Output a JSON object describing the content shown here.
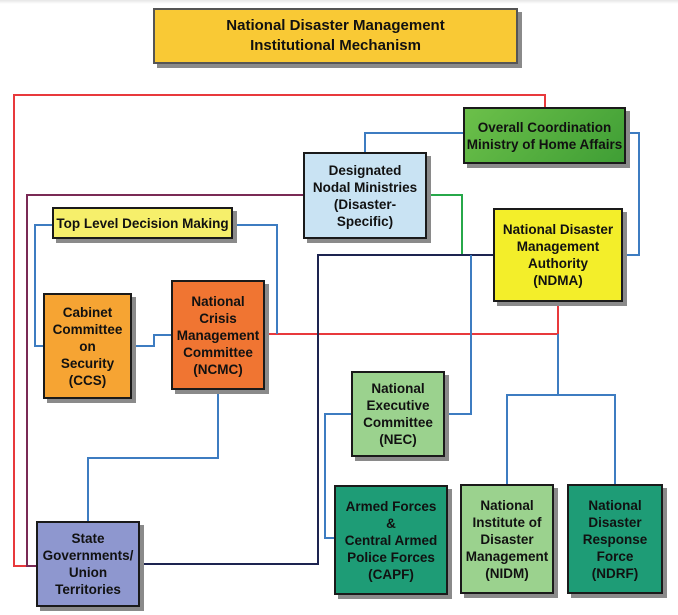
{
  "diagram": {
    "title": "National Disaster Management\nInstitutional Mechanism",
    "nodes": {
      "mha": "Overall Coordination\nMinistry of Home Affairs",
      "nodal": "Designated\nNodal Ministries\n(Disaster-\nSpecific)",
      "tldm": "Top Level Decision Making",
      "ndma": "National Disaster\nManagement\nAuthority\n(NDMA)",
      "ccs": "Cabinet\nCommittee\non\nSecurity\n(CCS)",
      "ncmc": "National\nCrisis\nManagement\nCommittee\n(NCMC)",
      "nec": "National\nExecutive\nCommittee\n(NEC)",
      "states": "State\nGovernments/\nUnion\nTerritories",
      "capf": "Armed Forces\n&\nCentral Armed\nPolice Forces\n(CAPF)",
      "nidm": "National\nInstitute of\nDisaster\nManagement\n(NIDM)",
      "ndrf": "National\nDisaster\nResponse\nForce\n(NDRF)"
    },
    "colors": {
      "title": "#f9c935",
      "mha": "#4faf3c",
      "nodal": "#c9e3f3",
      "tldm": "#f6ef6b",
      "ndma": "#f3ee2a",
      "ccs": "#f6a433",
      "ncmc": "#f07532",
      "nec": "#9bd28e",
      "states": "#8e97cf",
      "capf": "#1e9c76",
      "nidm": "#9bd28e",
      "ndrf": "#1e9c76",
      "line_red": "#e8393c",
      "line_blue": "#3d7cc1",
      "line_navy": "#1d2450",
      "line_plum": "#7a2a55",
      "line_green": "#27a84a"
    }
  }
}
